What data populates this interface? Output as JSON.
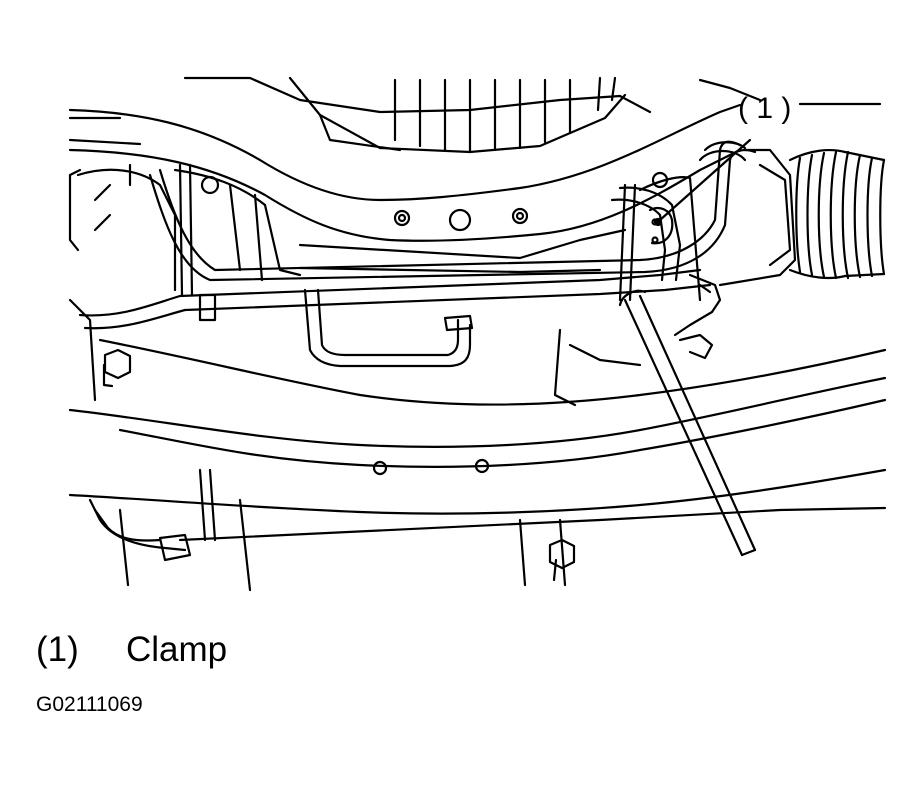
{
  "figure": {
    "callout_marker": "(1)",
    "callout_marker_spaced": "( 1 )",
    "legend": [
      {
        "marker": "(1)",
        "label": "Clamp"
      }
    ],
    "figure_id": "G02111069"
  },
  "colors": {
    "line": "#000000",
    "background": "#ffffff"
  }
}
